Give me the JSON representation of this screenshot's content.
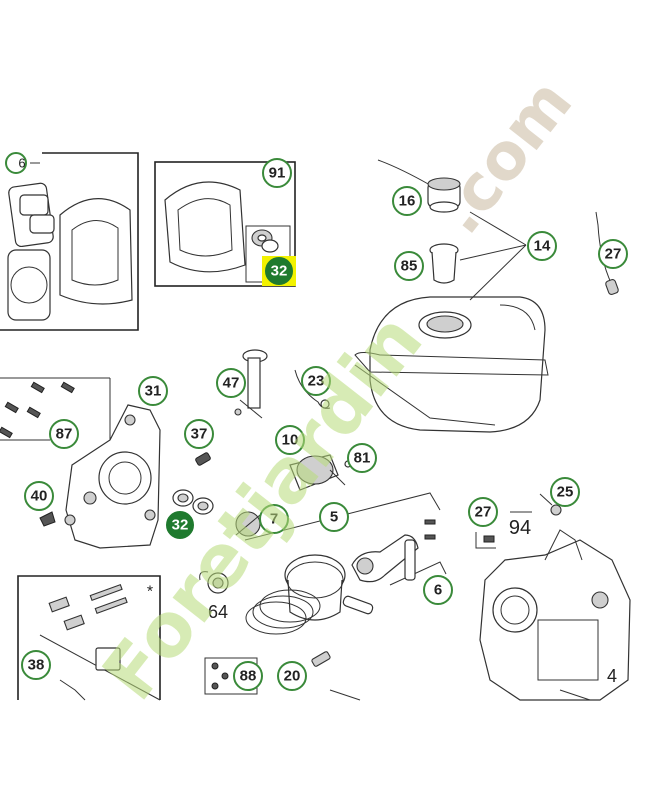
{
  "diagram": {
    "callouts": [
      {
        "id": "91",
        "label": "91"
      },
      {
        "id": "32a",
        "label": "32"
      },
      {
        "id": "16",
        "label": "16"
      },
      {
        "id": "14",
        "label": "14"
      },
      {
        "id": "85",
        "label": "85"
      },
      {
        "id": "27a",
        "label": "27"
      },
      {
        "id": "47",
        "label": "47"
      },
      {
        "id": "23",
        "label": "23"
      },
      {
        "id": "31",
        "label": "31"
      },
      {
        "id": "87",
        "label": "87"
      },
      {
        "id": "37",
        "label": "37"
      },
      {
        "id": "10",
        "label": "10"
      },
      {
        "id": "81",
        "label": "81"
      },
      {
        "id": "40",
        "label": "40"
      },
      {
        "id": "32b",
        "label": "32"
      },
      {
        "id": "7",
        "label": "7"
      },
      {
        "id": "5",
        "label": "5"
      },
      {
        "id": "27b",
        "label": "27"
      },
      {
        "id": "25",
        "label": "25"
      },
      {
        "id": "6",
        "label": "6"
      },
      {
        "id": "38",
        "label": "38"
      },
      {
        "id": "88",
        "label": "88"
      },
      {
        "id": "20",
        "label": "20"
      }
    ],
    "plain_labels": {
      "part_94": "94",
      "part_64": "64",
      "part_4": "4",
      "asterisk": "*",
      "cut_label": "6"
    }
  },
  "watermark": {
    "text_green": "Foretjardin",
    "text_tan": ".com"
  },
  "colors": {
    "callout_border": "#3a8a3a",
    "callout_filled": "#1f7a2e",
    "highlight": "#f2f200",
    "watermark_green": "#b8dc7a"
  }
}
